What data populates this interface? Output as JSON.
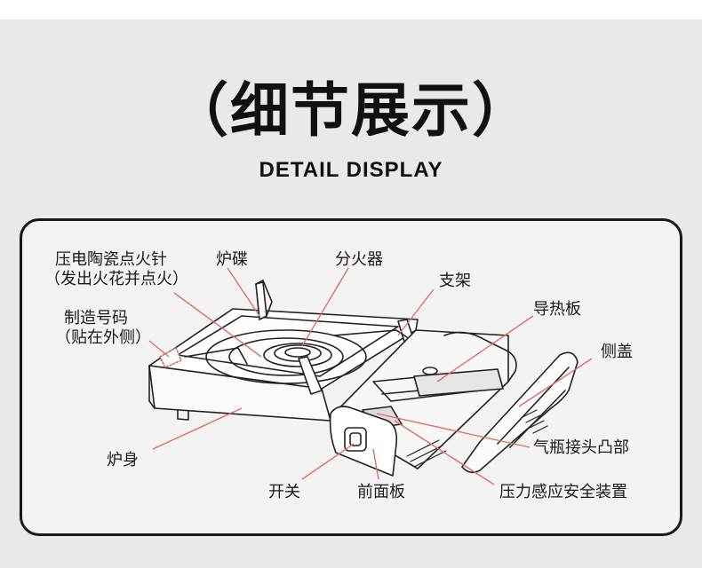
{
  "title": "（细节展示）",
  "subtitle": "DETAIL DISPLAY",
  "labels": {
    "igniter_line1": "压电陶瓷点火针",
    "igniter_line2": "（发出火花并点火）",
    "stove_plate": "炉碟",
    "burner": "分火器",
    "support": "支架",
    "serial_line1": "制造号码",
    "serial_line2": "（贴在外侧）",
    "heat_plate": "导热板",
    "side_cover": "侧盖",
    "body": "炉身",
    "connector": "气瓶接头凸部",
    "switch": "开关",
    "front_panel": "前面板",
    "pressure_safety": "压力感应安全装置"
  },
  "colors": {
    "leader_line": "#e0705c",
    "outline": "#222222"
  }
}
